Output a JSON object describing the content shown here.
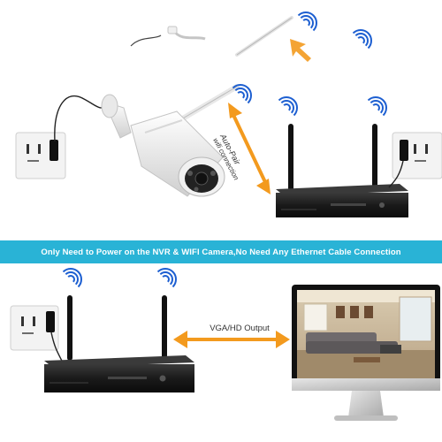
{
  "banner": {
    "text": "Only Need to Power on the NVR & WIFI Camera,No Need Any Ethernet Cable Connection",
    "color": "#29b3d6"
  },
  "pairing": {
    "line1": "Auto-Pair",
    "line2": "wifi connection"
  },
  "output": {
    "label": "VGA/HD Output"
  },
  "colors": {
    "arrow": "#f39a1e",
    "wifi": "#1d5fd1",
    "nvr_body": "#1a1a1a",
    "camera": "#eeeeee",
    "monitor_silver": "#c8c8c8"
  },
  "icons": [
    "wifi-icon",
    "power-socket-icon",
    "camera-icon",
    "nvr-icon",
    "monitor-icon",
    "arrow-icon"
  ]
}
